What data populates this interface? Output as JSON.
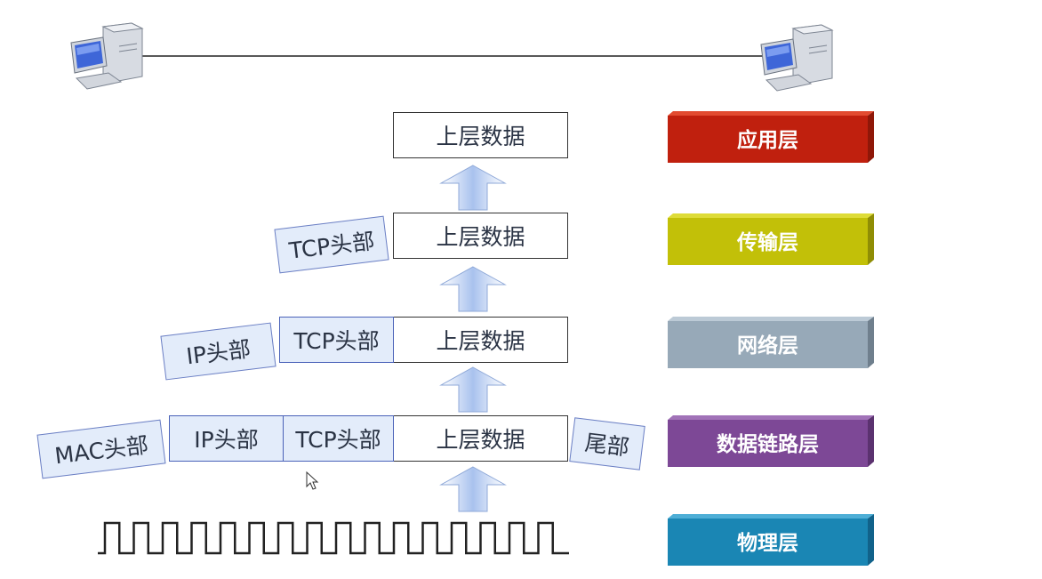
{
  "blocks": {
    "upper_data": "上层数据",
    "tcp_header": "TCP头部",
    "ip_header": "IP头部",
    "mac_header": "MAC头部",
    "trailer": "尾部"
  },
  "layers": [
    {
      "label": "应用层",
      "color": "#c0200e",
      "top": "#e24b30",
      "side": "#8f1708"
    },
    {
      "label": "传输层",
      "color": "#c2c008",
      "top": "#dedc38",
      "side": "#8f8d05"
    },
    {
      "label": "网络层",
      "color": "#97a9b8",
      "top": "#bccad6",
      "side": "#6f7f8d"
    },
    {
      "label": "数据链路层",
      "color": "#7d4896",
      "top": "#a173b8",
      "side": "#5b326f"
    },
    {
      "label": "物理层",
      "color": "#1a86b4",
      "top": "#4eaed6",
      "side": "#11628a"
    }
  ],
  "icons": [
    "computer-icon-left",
    "computer-icon-right"
  ]
}
